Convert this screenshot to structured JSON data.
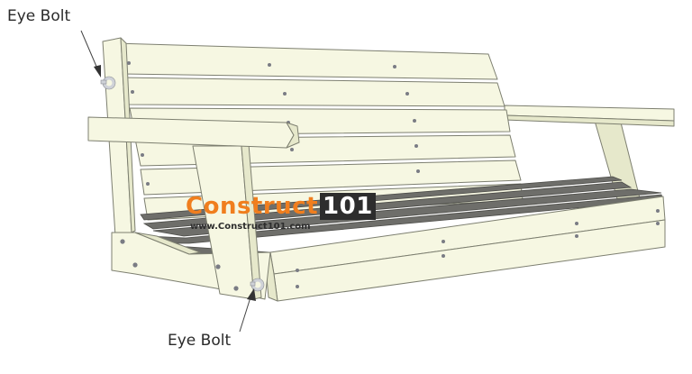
{
  "labels": {
    "top": "Eye Bolt",
    "bottom": "Eye Bolt"
  },
  "watermark": {
    "brand_main": "Construct",
    "brand_num": "101",
    "url": "www.Construct101.com"
  },
  "colors": {
    "wood": "#f6f7e2",
    "wood_shade": "#e4e6c8",
    "seat_slat": "#6e6e6a",
    "outline": "#7d7f70",
    "brand_orange": "#f07e1e",
    "brand_dark": "#2d2d2d"
  }
}
